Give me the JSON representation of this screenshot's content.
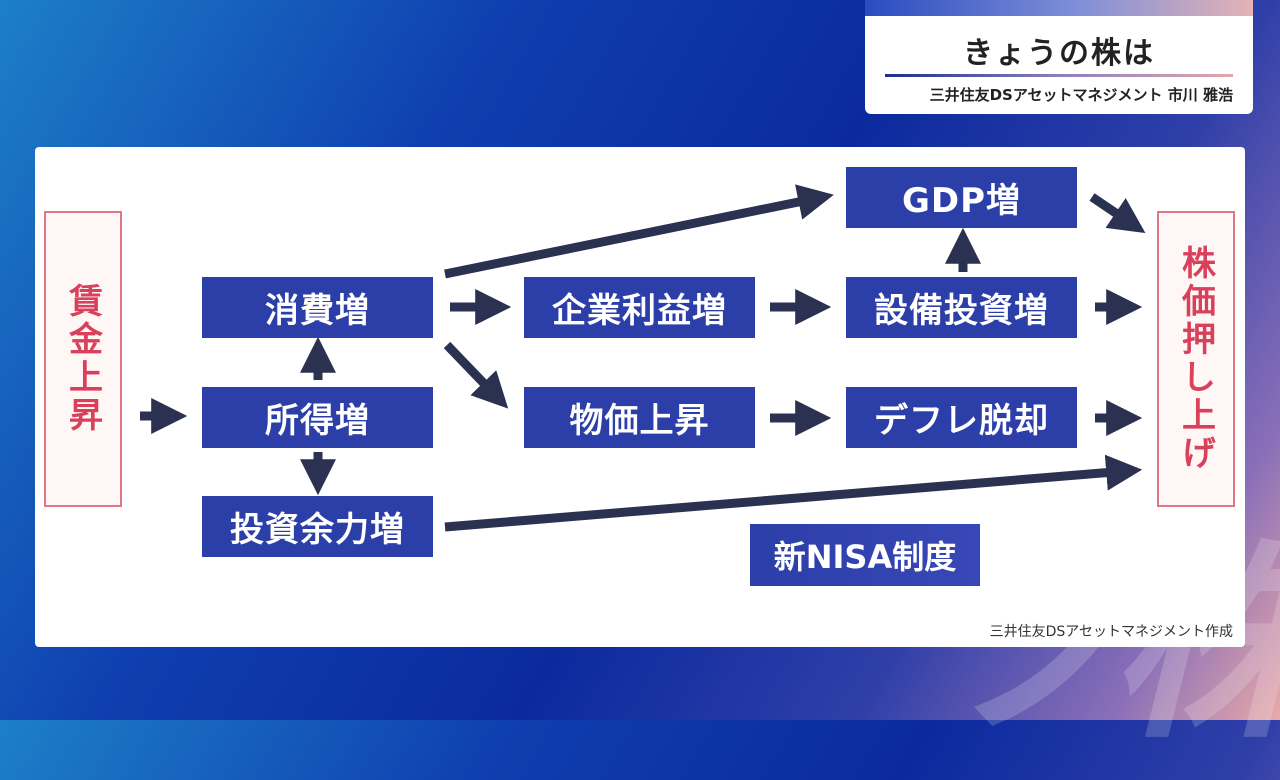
{
  "header": {
    "title": "きょうの株は",
    "subtitle": "三井住友DSアセットマネジメント 市川 雅浩"
  },
  "diagram": {
    "left_node": "賃金上昇",
    "right_node": "株価押し上げ",
    "nodes": {
      "consumption": "消費増",
      "income": "所得増",
      "investment_capacity": "投資余力増",
      "corporate_profit": "企業利益増",
      "price_rise": "物価上昇",
      "gdp": "GDP増",
      "capex": "設備投資増",
      "deflation_exit": "デフレ脱却"
    },
    "label_nisa": "新NISA制度",
    "credit": "三井住友DSアセットマネジメント作成"
  },
  "colors": {
    "node_fill": "#2c3ea8",
    "arrow": "#2b3150",
    "outline_box": "#e07787",
    "outline_text": "#d9415b"
  }
}
